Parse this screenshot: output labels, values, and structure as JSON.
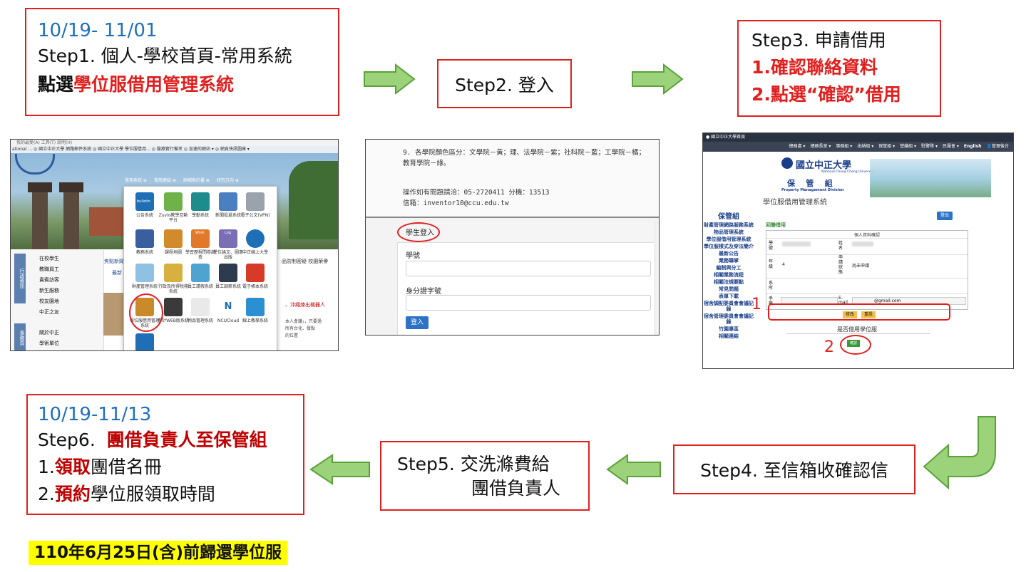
{
  "step1": {
    "date": "10/19- 11/01",
    "line1": "Step1.  個人-學校首頁-常用系統",
    "line2_prefix": "點選",
    "line2_highlight": "學位服借用管理系統"
  },
  "step2": {
    "label": "Step2.  登入"
  },
  "step3": {
    "title": "Step3.  申請借用",
    "item1": "1.確認聯絡資料",
    "item2": "2.點選“確認”借用"
  },
  "step4": {
    "label": "Step4.  至信箱收確認信"
  },
  "step5": {
    "line1": "Step5.  交洗滌費給",
    "line2": "團借負責人"
  },
  "step6": {
    "date": "10/19-11/13",
    "title_prefix": "Step6.  ",
    "title_highlight": "團借負責人至保管組",
    "item1_num": "1.",
    "item1_highlight": "領取",
    "item1_rest": "團借名冊",
    "item2_num": "2.",
    "item2_highlight": "預約",
    "item2_rest": "學位服領取時間"
  },
  "deadline": "110年6月25日(含)前歸還學位服",
  "shot1": {
    "browser_bar": "我的最愛(A)  工具(T)  說明(H)",
    "favorites": "ational ... ◎ 國立中正大學 網路郵件系統  ◎ 國立中正大學 學位服借用...  ◎ 醫療實行備考  ◎ 加速的網站 ▾  ◎ 網頁快訊圖庫 ▾",
    "menu_tabs": [
      "常用系統 ⊕",
      "常用連結 ⊕",
      "詳細與計畫 ⊕",
      "研究方向 ⊕"
    ],
    "side_items": [
      "在校學生",
      "教職員工",
      "貴賓訪客",
      "新生服務",
      "校友園地",
      "中正之友"
    ],
    "side_items2": [
      "關於中正",
      "學術單位"
    ],
    "side_tag": "行政資訊",
    "side_tag2": "事務頁",
    "news_tabs": [
      "焦點新聞",
      "最新"
    ],
    "news_right": "品防制密疑   校園荣譽",
    "news_red": "、沖繩煉出機器人",
    "news_lines": [
      "本人會議」，只要過",
      "所有台化、餐點",
      "的位置"
    ],
    "apps": [
      [
        "公告系統",
        "Zuvio教學互動平台",
        "學勤系統",
        "新聞投遞系統",
        "電子公文(VPN)"
      ],
      [
        "教務系統",
        "課程地圖",
        "學習歷程問卷調查",
        "學位論文、圖書出版",
        "中正線上大學"
      ],
      [
        "財產管理系統",
        "行政及所得稅務系統",
        "員工請假系統",
        "員工調薪系統",
        "電子帳本系統"
      ],
      [
        "學位服借用管理系統",
        "會計WEB版系統",
        "物品管理系統",
        "NCUCloud",
        "線上教學系統"
      ]
    ],
    "app_badges": [
      "bulletin",
      "Work",
      "Log"
    ]
  },
  "shot2": {
    "note": "9. 各學院顏色區分：文學院－黃；理、法學院－紫；社科院－藍；工學院－橘；教育學院－綠。",
    "contact1": "操作如有問題請洽：05-2720411 分機：13513",
    "contact2": "信箱：inventor10@ccu.edu.tw",
    "login_title": "學生登入",
    "id_label": "學號",
    "id_placeholder": "",
    "pw_label": "身分證字號",
    "pw_placeholder": "",
    "button": "登入"
  },
  "shot3": {
    "topbar": "● 國立中正大學首頁",
    "nav": [
      "總務處 ▾",
      "總務長室 ▾",
      "事務組 ▾",
      "出納組 ▾",
      "保管組 ▾",
      "營繕組 ▾",
      "駐警隊 ▾",
      "民服會 ▾",
      "English",
      "👤管理後台"
    ],
    "univ": "國立中正大學",
    "univ_en": "National Chung Cheng University",
    "dept": "保    管    組",
    "dept_en": "Property Management Division",
    "system": "學位服借用管理系統",
    "side_title": "保管組",
    "side_links": [
      "財產管理網路服務系統",
      "物品管理系統",
      "學位服借用管理系統",
      "學位服樣式及穿法簡介",
      "最新公告",
      "業務職掌",
      "編制與分工",
      "相關業務流程",
      "相關法規要點",
      "常見問題",
      "表單下載",
      "宿舍調配委員會會議記錄",
      "宿舍管理委員會會議記錄",
      "竹園專區",
      "相關連結"
    ],
    "logout": "登出",
    "section": "回聯借用",
    "table_title": "個人資料確認",
    "f_id": "學號",
    "f_name": "姓名",
    "f_grade": "年級",
    "f_grade_val": "4",
    "f_apply": "申請狀態",
    "f_apply_val": "尚未申請",
    "f_dept": "系所",
    "f_phone": "手機",
    "f_email": "E-mail",
    "f_email_val": "@gmail.com",
    "btn_modify": "修改",
    "btn_reset": "重設",
    "borrow_q": "是否借用學位服",
    "btn_confirm": "確認",
    "mark1": "1",
    "mark2": "2"
  },
  "colors": {
    "red": "#e0201f",
    "blue": "#1f6fc0",
    "arrow_fill": "#9bd27a",
    "arrow_stroke": "#5aa23a",
    "highlight": "#ffff00"
  }
}
